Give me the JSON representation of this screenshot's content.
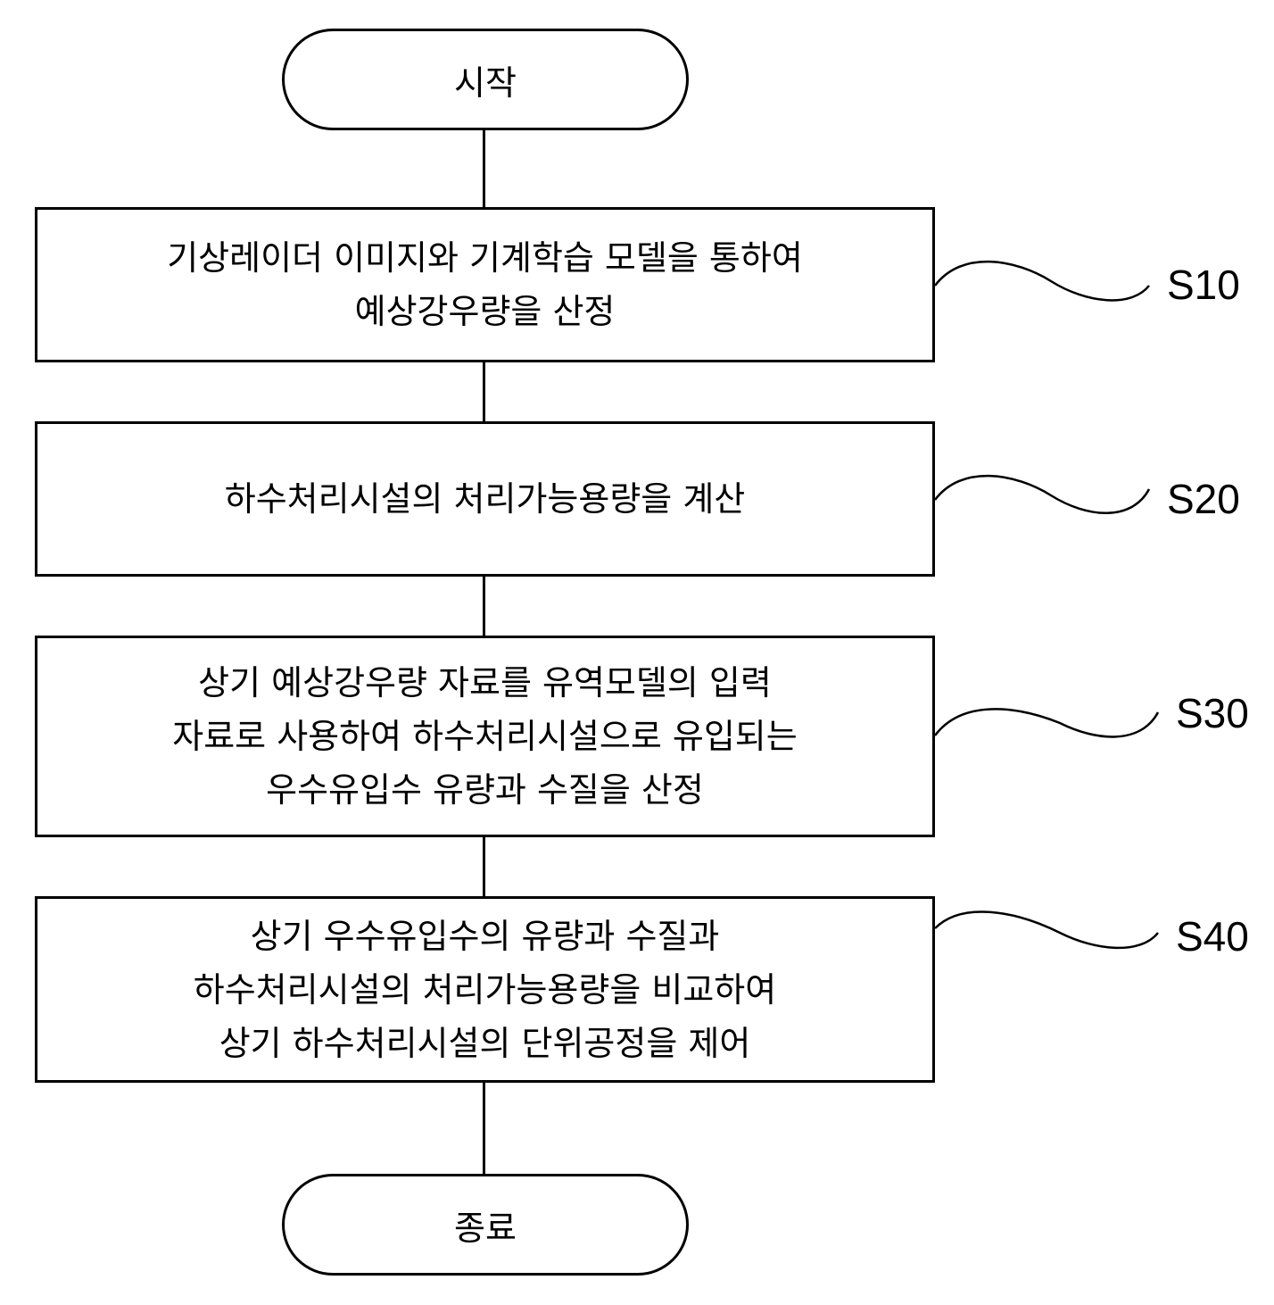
{
  "flowchart": {
    "start": {
      "label": "시작"
    },
    "end": {
      "label": "종료"
    },
    "steps": [
      {
        "id": "S10",
        "text": "기상레이더 이미지와 기계학습 모델을 통하여\n예상강우량을 산정"
      },
      {
        "id": "S20",
        "text": "하수처리시설의 처리가능용량을 계산"
      },
      {
        "id": "S30",
        "text": "상기 예상강우량 자료를 유역모델의 입력\n자료로 사용하여 하수처리시설으로 유입되는\n우수유입수 유량과 수질을 산정"
      },
      {
        "id": "S40",
        "text": "상기 우수유입수의 유량과 수질과\n하수처리시설의 처리가능용량을 비교하여\n상기 하수처리시설의 단위공정을 제어"
      }
    ]
  }
}
